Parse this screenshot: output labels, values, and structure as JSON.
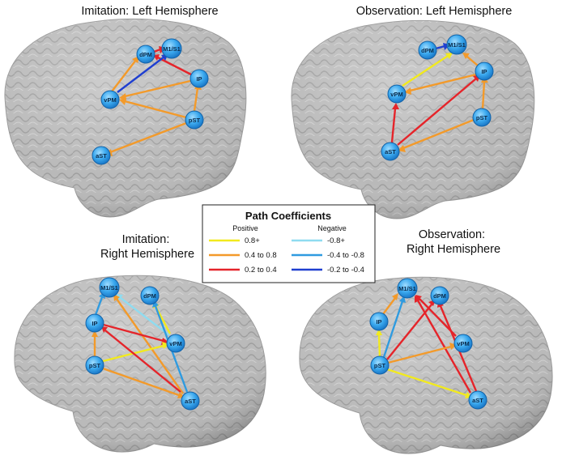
{
  "colors": {
    "pos_high": "#f2ea1e",
    "pos_mid": "#f39a2a",
    "pos_low": "#e5242a",
    "neg_high": "#8fdcf0",
    "neg_mid": "#2f9be0",
    "neg_low": "#1f3fd0"
  },
  "legend": {
    "title": "Path Coefficients",
    "positive_header": "Positive",
    "negative_header": "Negative",
    "rows": [
      {
        "pos_label": "0.8+",
        "pos_color": "pos_high",
        "neg_label": "-0.8+",
        "neg_color": "neg_high"
      },
      {
        "pos_label": "0.4 to 0.8",
        "pos_color": "pos_mid",
        "neg_label": "-0.4 to -0.8",
        "neg_color": "neg_mid"
      },
      {
        "pos_label": "0.2 to 0.4",
        "pos_color": "pos_low",
        "neg_label": "-0.2 to -0.4",
        "neg_color": "neg_low"
      }
    ]
  },
  "panels": [
    {
      "id": "imit-left",
      "title_lines": [
        "Imitation: Left Hemisphere"
      ],
      "nodes": [
        "dPM",
        "M1/S1",
        "IP",
        "vPM",
        "pST",
        "aST"
      ],
      "edges": [
        {
          "from": "dPM",
          "to": "M1/S1",
          "color": "pos_low"
        },
        {
          "from": "IP",
          "to": "dPM",
          "color": "pos_low"
        },
        {
          "from": "vPM",
          "to": "M1/S1",
          "color": "neg_low"
        },
        {
          "from": "vPM",
          "to": "dPM",
          "color": "pos_mid"
        },
        {
          "from": "IP",
          "to": "vPM",
          "color": "pos_mid"
        },
        {
          "from": "pST",
          "to": "vPM",
          "color": "pos_mid"
        },
        {
          "from": "pST",
          "to": "IP",
          "color": "pos_mid"
        },
        {
          "from": "pST",
          "to": "aST",
          "color": "pos_mid"
        }
      ]
    },
    {
      "id": "obs-left",
      "title_lines": [
        "Observation: Left Hemisphere"
      ],
      "nodes": [
        "dPM",
        "M1/S1",
        "IP",
        "vPM",
        "pST",
        "aST"
      ],
      "edges": [
        {
          "from": "dPM",
          "to": "M1/S1",
          "color": "neg_low"
        },
        {
          "from": "vPM",
          "to": "M1/S1",
          "color": "pos_high"
        },
        {
          "from": "IP",
          "to": "M1/S1",
          "color": "pos_mid"
        },
        {
          "from": "IP",
          "to": "vPM",
          "color": "pos_mid"
        },
        {
          "from": "aST",
          "to": "vPM",
          "color": "pos_low"
        },
        {
          "from": "aST",
          "to": "IP",
          "color": "pos_low"
        },
        {
          "from": "pST",
          "to": "IP",
          "color": "pos_mid"
        },
        {
          "from": "pST",
          "to": "aST",
          "color": "pos_mid"
        }
      ]
    },
    {
      "id": "imit-right",
      "title_lines": [
        "Imitation:",
        "Right Hemisphere"
      ],
      "nodes": [
        "M1/S1",
        "dPM",
        "IP",
        "vPM",
        "pST",
        "aST"
      ],
      "edges": [
        {
          "from": "IP",
          "to": "M1/S1",
          "color": "neg_mid"
        },
        {
          "from": "vPM",
          "to": "M1/S1",
          "color": "neg_high"
        },
        {
          "from": "vPM",
          "to": "dPM",
          "color": "pos_high"
        },
        {
          "from": "aST",
          "to": "M1/S1",
          "color": "pos_mid"
        },
        {
          "from": "aST",
          "to": "dPM",
          "color": "neg_mid"
        },
        {
          "from": "IP",
          "to": "vPM",
          "color": "pos_low"
        },
        {
          "from": "pST",
          "to": "IP",
          "color": "pos_mid"
        },
        {
          "from": "pST",
          "to": "vPM",
          "color": "pos_high"
        },
        {
          "from": "pST",
          "to": "aST",
          "color": "pos_mid"
        },
        {
          "from": "aST",
          "to": "IP",
          "color": "pos_low"
        }
      ]
    },
    {
      "id": "obs-right",
      "title_lines": [
        "Observation:",
        "Right Hemisphere"
      ],
      "nodes": [
        "M1/S1",
        "dPM",
        "IP",
        "vPM",
        "pST",
        "aST"
      ],
      "edges": [
        {
          "from": "pST",
          "to": "IP",
          "color": "pos_high"
        },
        {
          "from": "pST",
          "to": "M1/S1",
          "color": "neg_mid"
        },
        {
          "from": "IP",
          "to": "M1/S1",
          "color": "pos_mid"
        },
        {
          "from": "pST",
          "to": "dPM",
          "color": "pos_low"
        },
        {
          "from": "vPM",
          "to": "M1/S1",
          "color": "pos_low"
        },
        {
          "from": "aST",
          "to": "M1/S1",
          "color": "pos_low"
        },
        {
          "from": "aST",
          "to": "dPM",
          "color": "pos_low"
        },
        {
          "from": "pST",
          "to": "vPM",
          "color": "pos_mid"
        },
        {
          "from": "pST",
          "to": "aST",
          "color": "pos_high"
        }
      ]
    }
  ]
}
